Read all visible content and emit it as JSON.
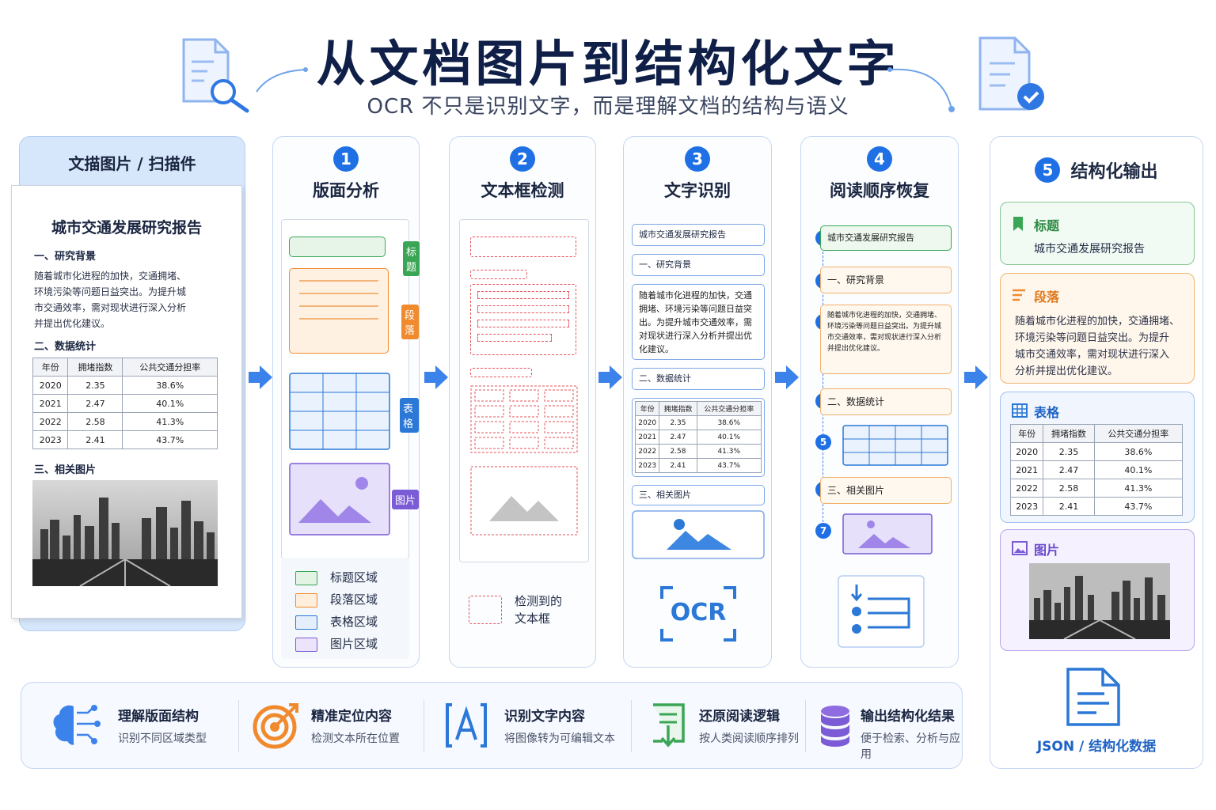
{
  "header": {
    "title": "从文档图片到结构化文字",
    "subtitle": "OCR 不只是识别文字，而是理解文档的结构与语义"
  },
  "source": {
    "label": "文描图片 / 扫描件",
    "doc_title": "城市交通发展研究报告",
    "h1": "一、研究背景",
    "para_lines": [
      "随着城市化进程的加快，交通拥堵、",
      "环境污染等问题日益突出。为提升城",
      "市交通效率，需对现状进行深入分析",
      "并提出优化建议。"
    ],
    "h2": "二、数据统计",
    "h3": "三、相关图片"
  },
  "table": {
    "headers": [
      "年份",
      "拥堵指数",
      "公共交通分担率"
    ],
    "rows": [
      [
        "2020",
        "2.35",
        "38.6%"
      ],
      [
        "2021",
        "2.47",
        "40.1%"
      ],
      [
        "2022",
        "2.58",
        "41.3%"
      ],
      [
        "2023",
        "2.41",
        "43.7%"
      ]
    ]
  },
  "steps": [
    {
      "num": "1",
      "title": "版面分析"
    },
    {
      "num": "2",
      "title": "文本框检测"
    },
    {
      "num": "3",
      "title": "文字识别"
    },
    {
      "num": "4",
      "title": "阅读顺序恢复"
    },
    {
      "num": "5",
      "title": "结构化输出"
    }
  ],
  "layout": {
    "tags": [
      "标题",
      "段落",
      "表格",
      "图片"
    ],
    "legend": [
      "标题区域",
      "段落区域",
      "表格区域",
      "图片区域"
    ],
    "colors": {
      "title": "#3aa655",
      "para": "#f08a2c",
      "table": "#2b78d6",
      "image": "#7b5cd6"
    }
  },
  "detect": {
    "legend": "检测到的",
    "legend2": "文本框"
  },
  "recog": {
    "title": "城市交通发展研究报告",
    "h1": "一、研究背景",
    "para": "随着城市化进程的加快，交通拥堵、环境污染等问题日益突出。为提升城市交通效率，需对现状进行深入分析并提出优化建议。",
    "h2": "二、数据统计",
    "h3": "三、相关图片",
    "ocr": "OCR"
  },
  "order": {
    "nums": [
      "1",
      "2",
      "3",
      "4",
      "5",
      "6",
      "7"
    ],
    "items": [
      "城市交通发展研究报告",
      "一、研究背景",
      "随着城市化进程的加快，交通拥堵、环境污染等问题日益突出。为提升城市交通效率，需对现状进行深入分析并提出优化建议。",
      "二、数据统计",
      "三、相关图片"
    ]
  },
  "output": {
    "title_label": "标题",
    "title_value": "城市交通发展研究报告",
    "para_label": "段落",
    "para_lines": [
      "随着城市化进程的加快，交通拥堵、",
      "环境污染等问题日益突出。为提升",
      "城市交通效率，需对现状进行深入",
      "分析并提出优化建议。"
    ],
    "table_label": "表格",
    "image_label": "图片",
    "json_label": "JSON / 结构化数据"
  },
  "features": [
    {
      "title": "理解版面结构",
      "desc": "识别不同区域类型",
      "icon": "brain-icon"
    },
    {
      "title": "精准定位内容",
      "desc": "检测文本所在位置",
      "icon": "target-icon"
    },
    {
      "title": "识别文字内容",
      "desc": "将图像转为可编辑文本",
      "icon": "text-a-icon"
    },
    {
      "title": "还原阅读逻辑",
      "desc": "按人类阅读顺序排列",
      "icon": "download-doc-icon"
    },
    {
      "title": "输出结构化结果",
      "desc": "便于检索、分析与应用",
      "icon": "database-icon"
    }
  ]
}
